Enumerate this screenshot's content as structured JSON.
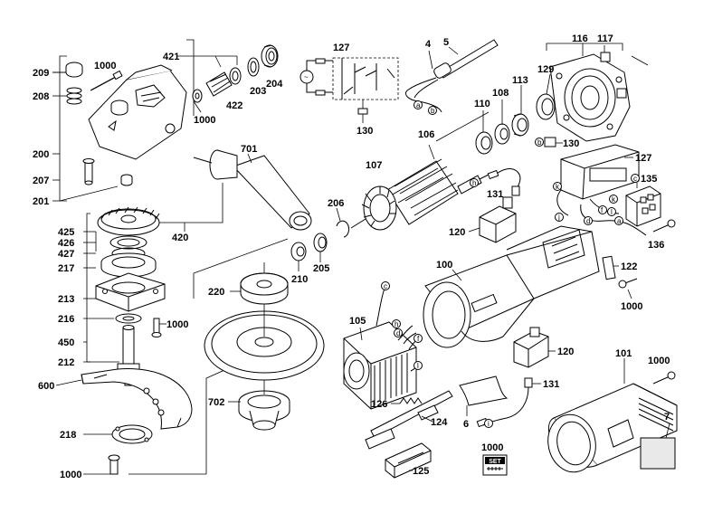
{
  "labels": {
    "p209": "209",
    "p208": "208",
    "p200": "200",
    "p207": "207",
    "p201": "201",
    "p1000a": "1000",
    "p421": "421",
    "p1000b": "1000",
    "p422": "422",
    "p203": "203",
    "p204": "204",
    "p127a": "127",
    "p130a": "130",
    "p5": "5",
    "p4": "4",
    "p116": "116",
    "p117": "117",
    "p129": "129",
    "p113": "113",
    "p108": "108",
    "p110": "110",
    "p106": "106",
    "p130b": "130",
    "p127b": "127",
    "p135": "135",
    "p136": "136",
    "p107": "107",
    "p131a": "131",
    "p701": "701",
    "p206": "206",
    "p425": "425",
    "p426": "426",
    "p427": "427",
    "p420": "420",
    "p217": "217",
    "p213": "213",
    "p216": "216",
    "p1000c": "1000",
    "p450": "450",
    "p212": "212",
    "p120a": "120",
    "p210": "210",
    "p205": "205",
    "p100": "100",
    "p122": "122",
    "p1000d": "1000",
    "p220": "220",
    "p105": "105",
    "p120b": "120",
    "p600": "600",
    "p702": "702",
    "p126": "126",
    "p124": "124",
    "p6": "6",
    "p131b": "131",
    "p101": "101",
    "p1000e": "1000",
    "p7": "7",
    "p218": "218",
    "p1000f": "1000",
    "p125": "125",
    "p1000set": "1000"
  },
  "callouts": {
    "a1": "a",
    "b1": "b",
    "b2": "b",
    "k1": "k",
    "c1": "c",
    "f1": "f",
    "l1": "l",
    "k2": "k",
    "a2": "a",
    "j1": "j",
    "d1": "d",
    "h1": "h",
    "c2": "c",
    "h2": "h",
    "d2": "d",
    "f2": "f",
    "l2": "l",
    "i1": "i"
  },
  "set_badge": {
    "text": "SET"
  }
}
